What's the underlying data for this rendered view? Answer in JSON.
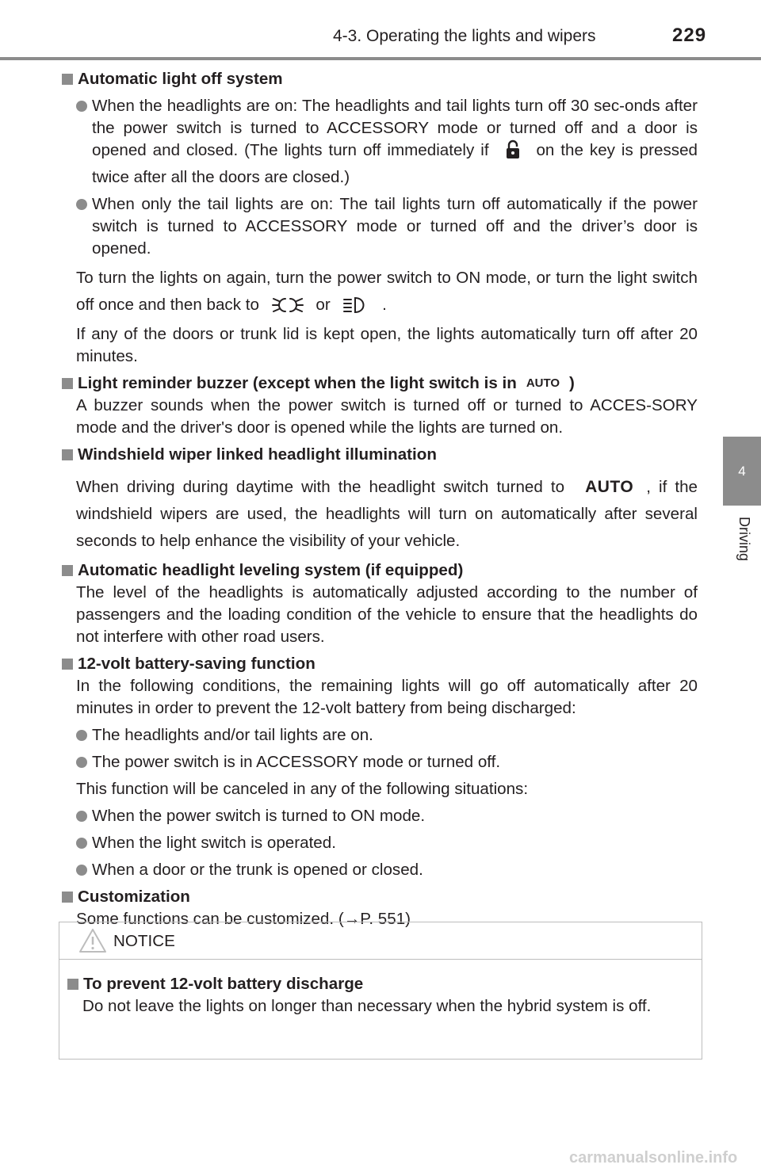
{
  "header": {
    "section": "4-3. Operating the lights and wipers",
    "page_number": "229"
  },
  "side_tab": {
    "number": "4",
    "label": "Driving"
  },
  "sections": {
    "auto_off": {
      "title": "Automatic light off system",
      "bullet1_a": "When the headlights are on: The headlights and tail lights turn off 30 sec-onds after the power switch is turned to ACCESSORY mode or turned off and a door is opened and closed. (The lights turn off immediately if",
      "bullet1_b": "on the key is pressed twice after all the doors are closed.)",
      "bullet2": "When only the tail lights are on: The tail lights turn off automatically if the power switch is turned to ACCESSORY mode or turned off and the driver’s door is opened.",
      "para1_a": "To turn the lights on again, turn the power switch to ON mode, or turn the light switch off once and then back to",
      "para1_or": "or",
      "para1_end": ".",
      "para2": "If any of the doors or trunk lid is kept open, the lights automatically turn off after 20 minutes."
    },
    "buzzer": {
      "title_a": "Light reminder buzzer (except when the light switch is in",
      "title_auto": "AUTO",
      "title_b": ")",
      "para": "A buzzer sounds when the power switch is turned off or turned to ACCES-SORY mode and the driver's door is opened while the lights are turned on."
    },
    "wiper_linked": {
      "title": "Windshield wiper linked headlight illumination",
      "para_a": "When driving during daytime with the headlight switch turned to",
      "para_auto": "AUTO",
      "para_b": ", if the windshield wipers are used, the headlights will turn on automatically after several seconds to help enhance the visibility of your vehicle."
    },
    "leveling": {
      "title": "Automatic headlight leveling system (if equipped)",
      "para": "The level of the headlights is automatically adjusted according to the number of passengers and the loading condition of the vehicle to ensure that the headlights do not interfere with other road users."
    },
    "battery_saving": {
      "title": "12-volt battery-saving function",
      "para1": "In the following conditions, the remaining lights will go off automatically after 20 minutes in order to prevent the 12-volt battery from being discharged:",
      "cond1": "The headlights and/or tail lights are on.",
      "cond2": "The power switch is in ACCESSORY mode or turned off.",
      "para2": "This function will be canceled in any of the following situations:",
      "cancel1": "When the power switch is turned to ON mode.",
      "cancel2": "When the light switch is operated.",
      "cancel3": "When a door or the trunk is opened or closed."
    },
    "customization": {
      "title": "Customization",
      "para_a": "Some functions can be customized. (",
      "para_arrow": "→",
      "para_b": "P. 551)"
    }
  },
  "notice": {
    "label": "NOTICE",
    "title": "To prevent 12-volt battery discharge",
    "para": "Do not leave the lights on longer than necessary when the hybrid system is off."
  },
  "footer": {
    "watermark": "carmanualsonline.info"
  },
  "icons": {
    "lock": "lock-icon",
    "tail_light": "tail-light-icon",
    "headlight": "headlight-icon",
    "warning": "warning-triangle-icon"
  },
  "colors": {
    "accent_gray": "#8c8c8c",
    "text": "#231f20"
  }
}
